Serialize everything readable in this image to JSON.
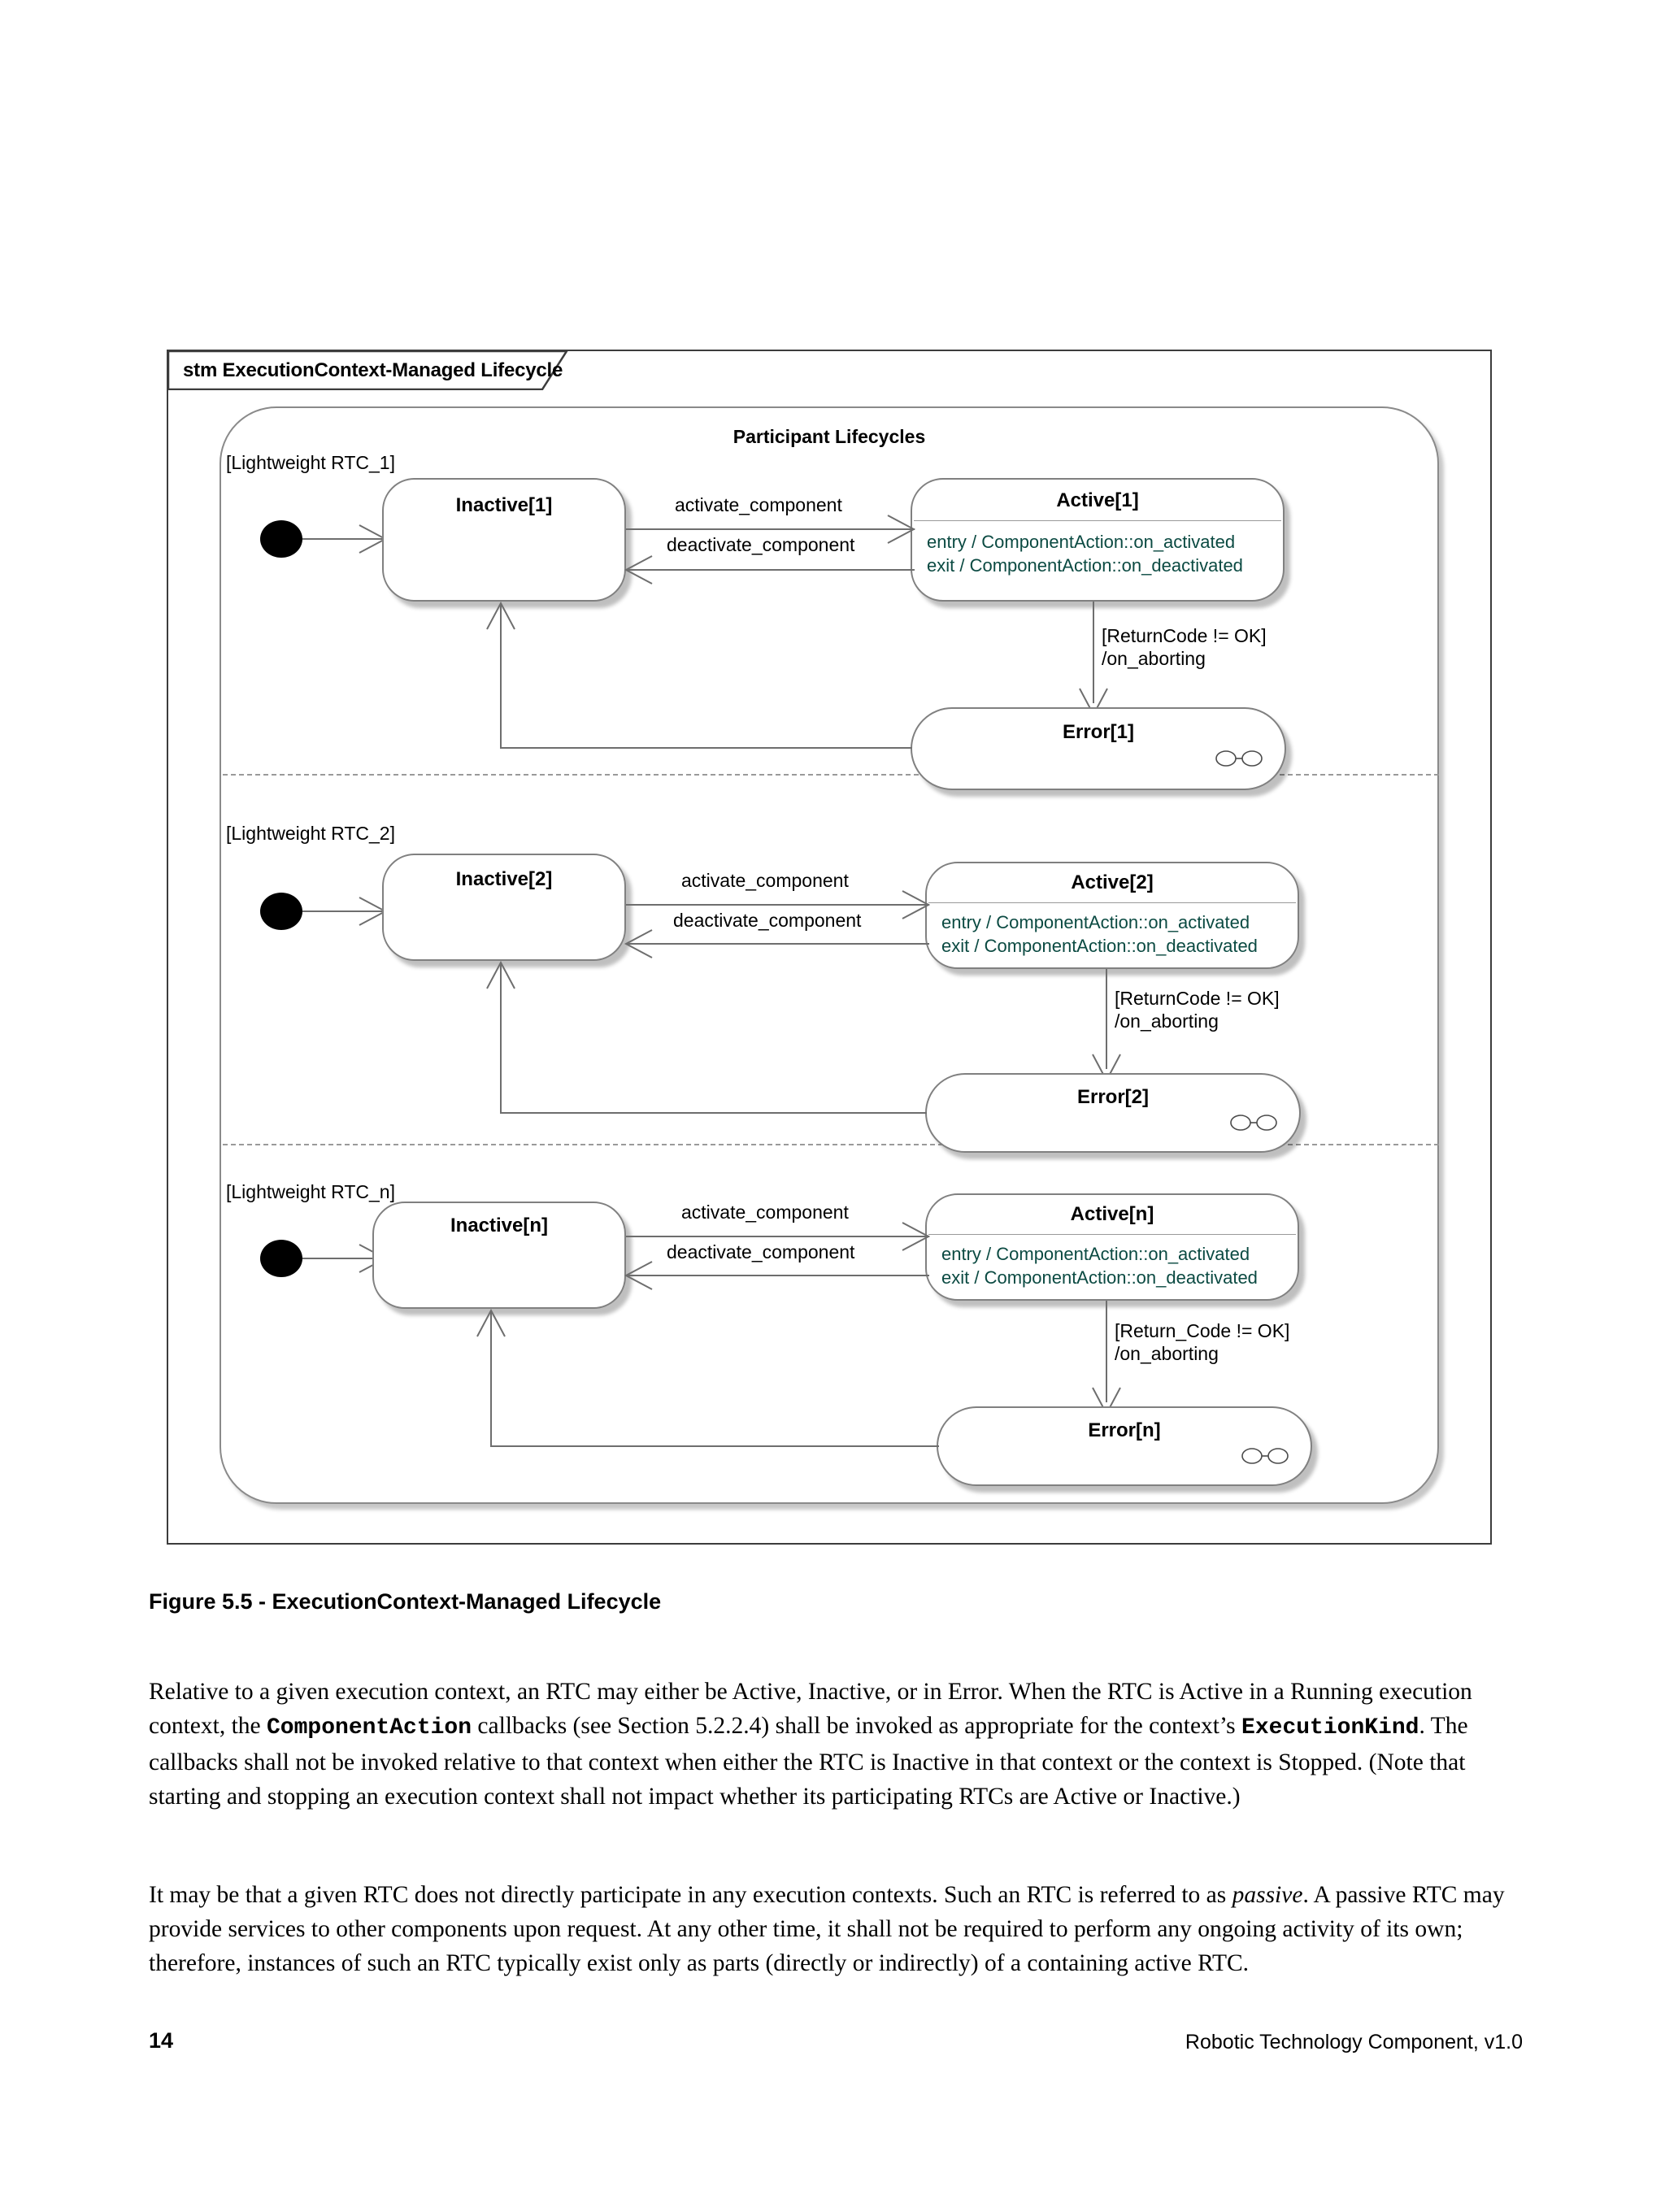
{
  "frame": {
    "header": "stm ExecutionContext-Managed Lifecycle"
  },
  "composite": {
    "title": "Participant Lifecycles"
  },
  "regions": [
    {
      "label": "[Lightweight RTC_1]",
      "inactive_state": "Inactive[1]",
      "active_state": "Active[1]",
      "active_entry": "entry / ComponentAction::on_activated",
      "active_exit": "exit / ComponentAction::on_deactivated",
      "error_state": "Error[1]",
      "t_activate": "activate_component",
      "t_deactivate": "deactivate_component",
      "t_abort_guard": "[ReturnCode != OK]",
      "t_abort_effect": "/on_aborting"
    },
    {
      "label": "[Lightweight RTC_2]",
      "inactive_state": "Inactive[2]",
      "active_state": "Active[2]",
      "active_entry": "entry / ComponentAction::on_activated",
      "active_exit": "exit / ComponentAction::on_deactivated",
      "error_state": "Error[2]",
      "t_activate": "activate_component",
      "t_deactivate": "deactivate_component",
      "t_abort_guard": "[ReturnCode != OK]",
      "t_abort_effect": "/on_aborting"
    },
    {
      "label": "[Lightweight RTC_n]",
      "inactive_state": "Inactive[n]",
      "active_state": "Active[n]",
      "active_entry": "entry / ComponentAction::on_activated",
      "active_exit": "exit / ComponentAction::on_deactivated",
      "error_state": "Error[n]",
      "t_activate": "activate_component",
      "t_deactivate": "deactivate_component",
      "t_abort_guard": "[Return_Code != OK]",
      "t_abort_effect": "/on_aborting"
    }
  ],
  "figure": {
    "caption": "Figure 5.5 - ExecutionContext-Managed Lifecycle"
  },
  "body": {
    "p1_a": "Relative to a given execution context, an RTC may either be Active, Inactive, or in Error. When the RTC is Active in a Running execution context, the ",
    "p1_code1": "ComponentAction",
    "p1_b": " callbacks (see Section 5.2.2.4) shall be invoked as appropriate for the context’s ",
    "p1_code2": "ExecutionKind",
    "p1_c": ". The callbacks shall not be invoked relative to that context when either the RTC is Inactive in that context or the context is Stopped. (Note that starting and stopping an execution context shall not impact whether its participating RTCs are Active or Inactive.)",
    "p2_a": "It may be that a given RTC does not directly participate in any execution contexts. Such an RTC is referred to as ",
    "p2_ital": "passive",
    "p2_b": ". A passive RTC may provide services to other components upon request. At any other time, it shall not be required to perform any ongoing activity of its own; therefore, instances of such an RTC typically exist only as parts (directly or indirectly) of a containing active RTC."
  },
  "footer": {
    "page_number": "14",
    "document": "Robotic Technology Component, v1.0"
  },
  "colors": {
    "action_text": "#0b4a42",
    "state_border": "#808080",
    "frame_border": "#3c3c3c"
  }
}
